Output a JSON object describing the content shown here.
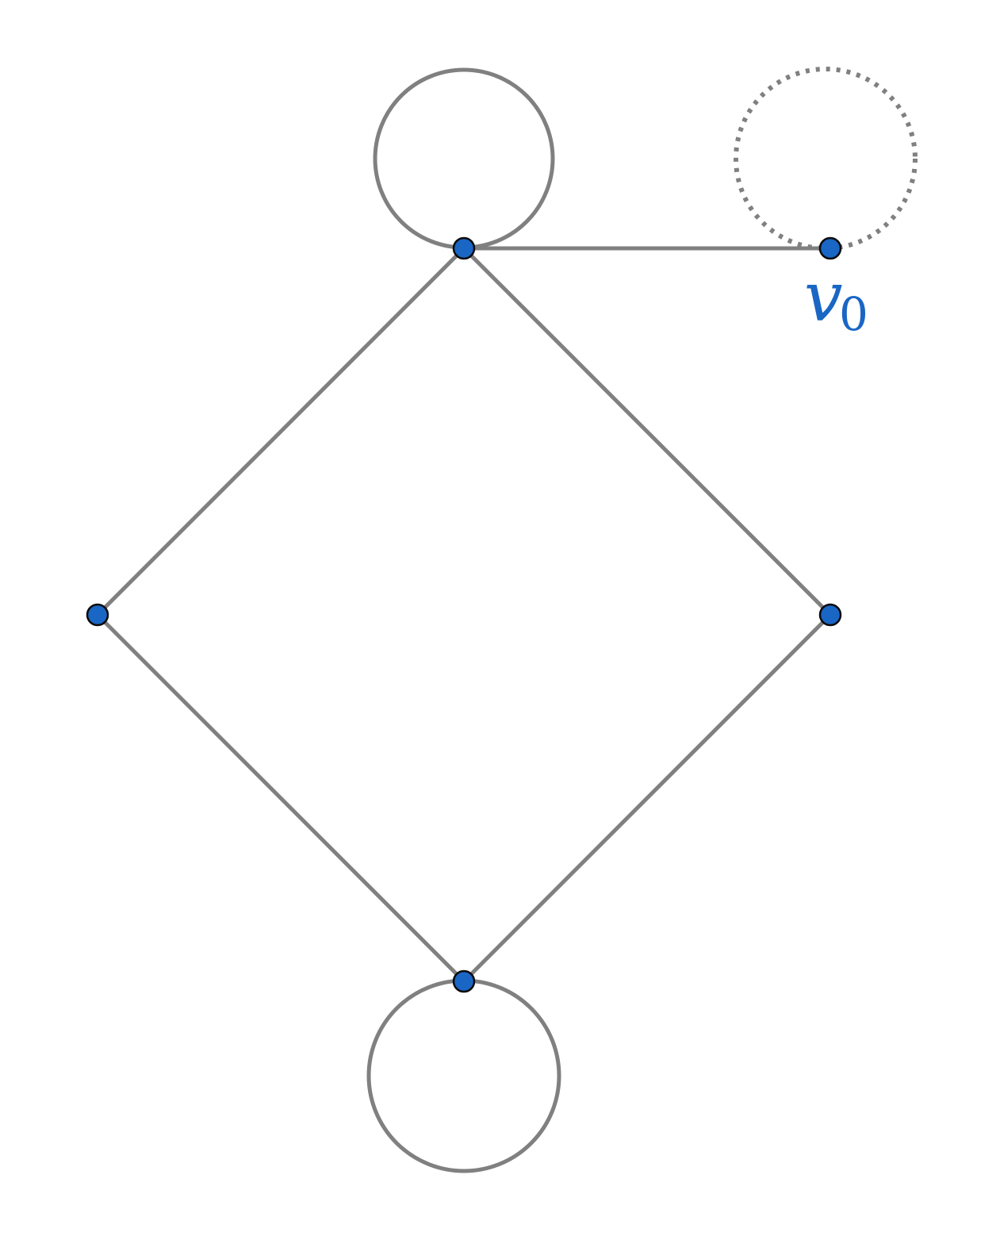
{
  "colors": {
    "edge": "#808080",
    "vertex": "#1a66c5",
    "vertex_outline": "#0b0b0b",
    "background": "#ffffff"
  },
  "vertices": [
    {
      "id": "top",
      "label": ""
    },
    {
      "id": "left",
      "label": ""
    },
    {
      "id": "right",
      "label": ""
    },
    {
      "id": "bottom",
      "label": ""
    },
    {
      "id": "v0",
      "label": "v",
      "subscript": "0"
    }
  ],
  "edges": [
    {
      "from": "top",
      "to": "left",
      "style": "solid"
    },
    {
      "from": "top",
      "to": "right",
      "style": "solid"
    },
    {
      "from": "left",
      "to": "bottom",
      "style": "solid"
    },
    {
      "from": "right",
      "to": "bottom",
      "style": "solid"
    },
    {
      "from": "top",
      "to": "v0",
      "style": "solid"
    }
  ],
  "loops": [
    {
      "at": "top",
      "style": "solid"
    },
    {
      "at": "bottom",
      "style": "solid"
    },
    {
      "at": "v0",
      "style": "dotted"
    }
  ]
}
